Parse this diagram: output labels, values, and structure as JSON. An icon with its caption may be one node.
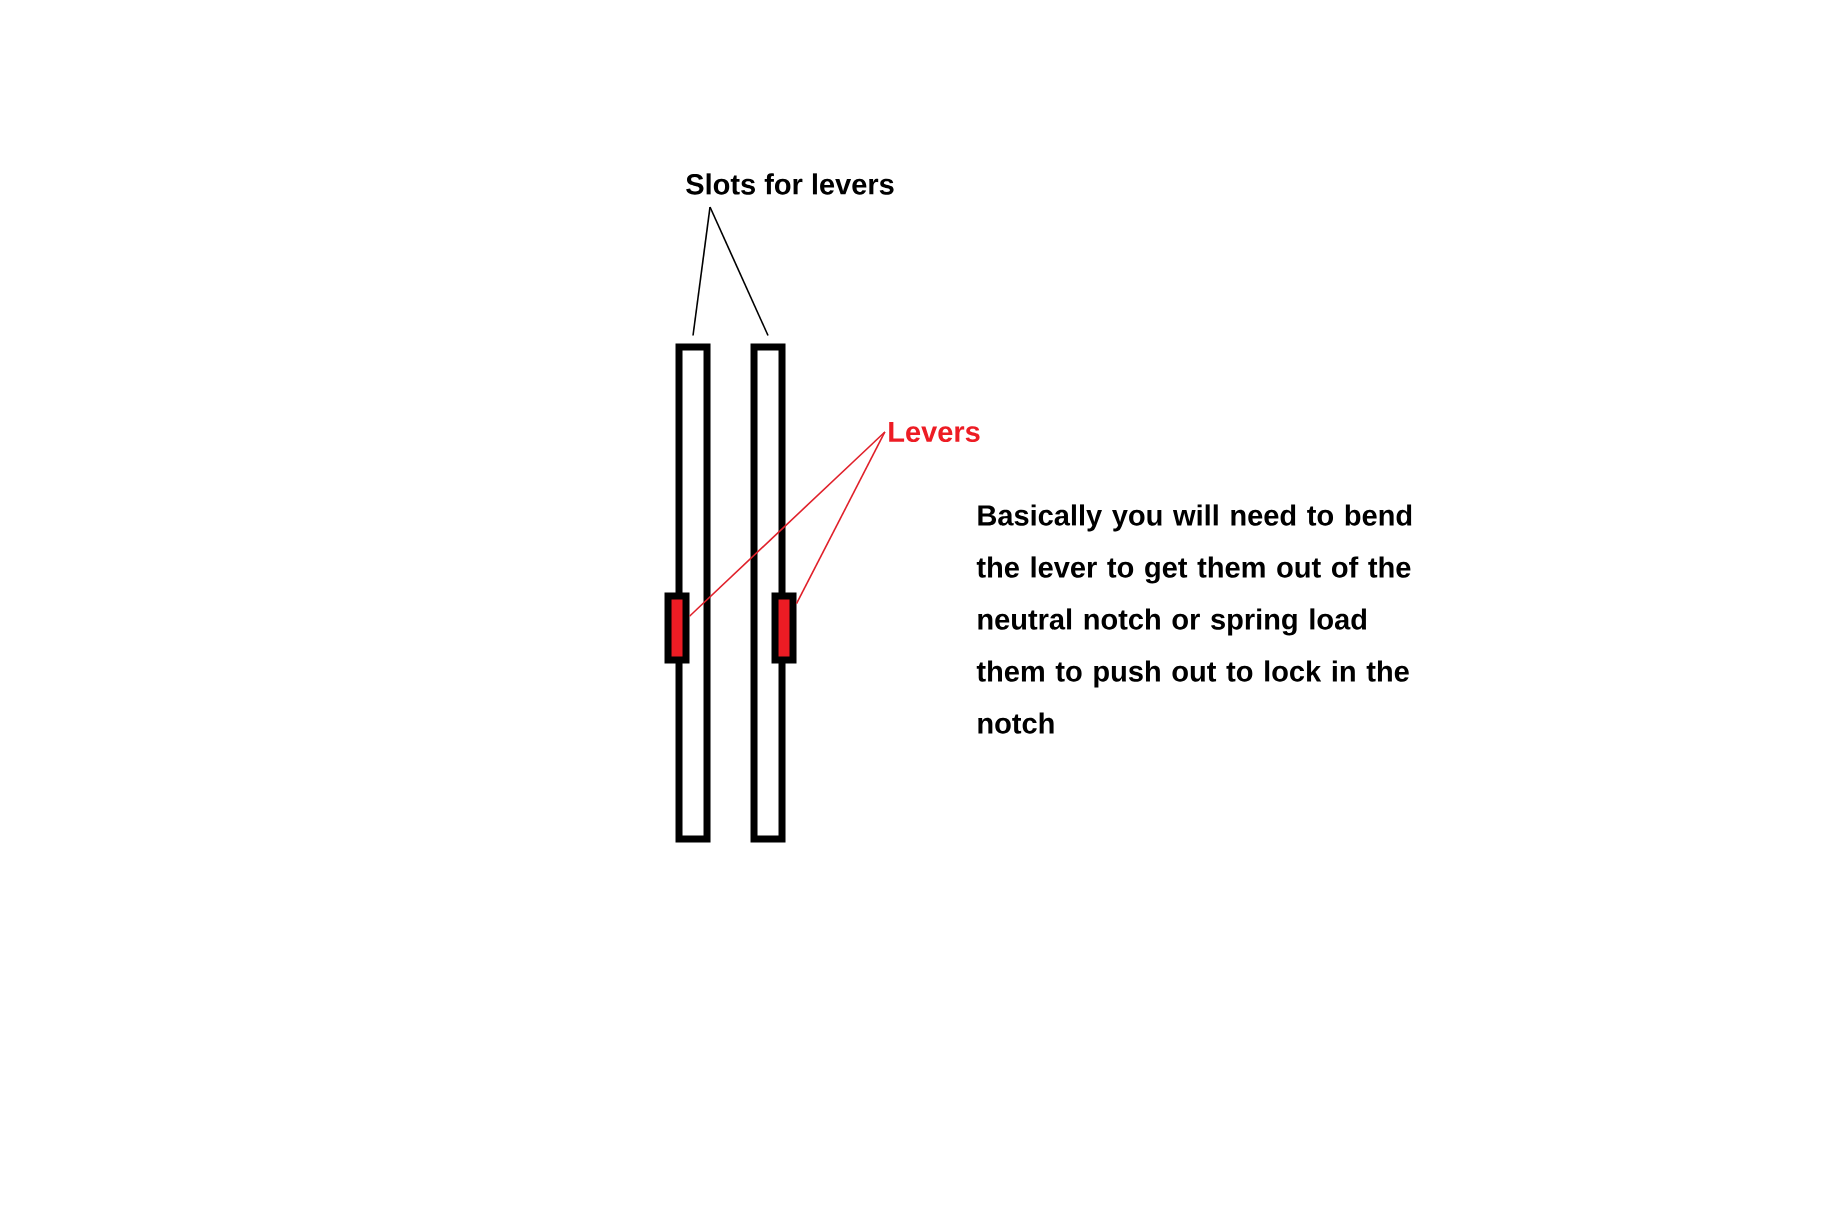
{
  "diagram": {
    "nodes": [
      {
        "text": [
          "Slots for levers"
        ]
      },
      {
        "text": [],
        "shape": "box"
      },
      {
        "text": [],
        "shape": "box"
      },
      {
        "text": [
          "Levers"
        ]
      },
      {
        "text": [],
        "shape": "bar"
      },
      {
        "text": [],
        "shape": "bar"
      }
    ],
    "edges": [
      {
        "from": 0,
        "to": 1,
        "arrow": "none"
      },
      {
        "from": 0,
        "to": 2,
        "arrow": "none"
      },
      {
        "from": 3,
        "to": 4,
        "arrow": "none",
        "color": "#e0202a"
      },
      {
        "from": 3,
        "to": 5,
        "arrow": "none",
        "color": "#e0202a"
      }
    ],
    "labels": [
      "Basically you will need to bend the lever to get them out of the neutral notch or spring load them to push out to lock in the notch"
    ]
  }
}
